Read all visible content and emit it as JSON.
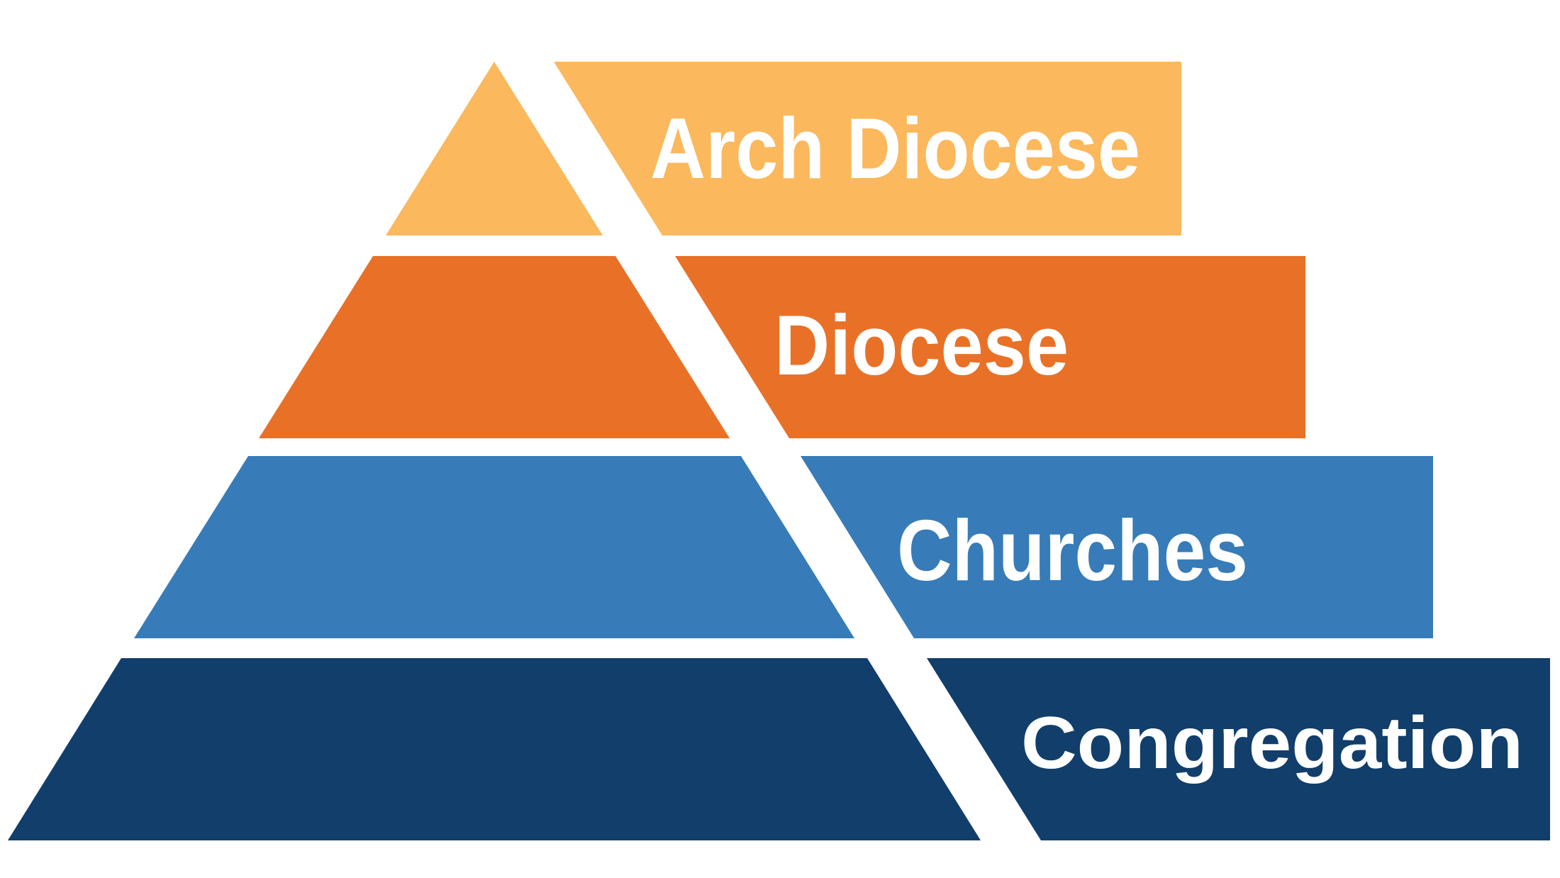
{
  "diagram": {
    "type": "pyramid-hierarchy",
    "background": "#ffffff",
    "text_color": "#ffffff",
    "layers": [
      {
        "label": "Arch Diocese",
        "color": "#FBB85C",
        "level": 1
      },
      {
        "label": "Diocese",
        "color": "#E87127",
        "level": 2
      },
      {
        "label": "Churches",
        "color": "#377CB8",
        "level": 3
      },
      {
        "label": "Congregation",
        "color": "#113E6B",
        "level": 4
      }
    ]
  }
}
